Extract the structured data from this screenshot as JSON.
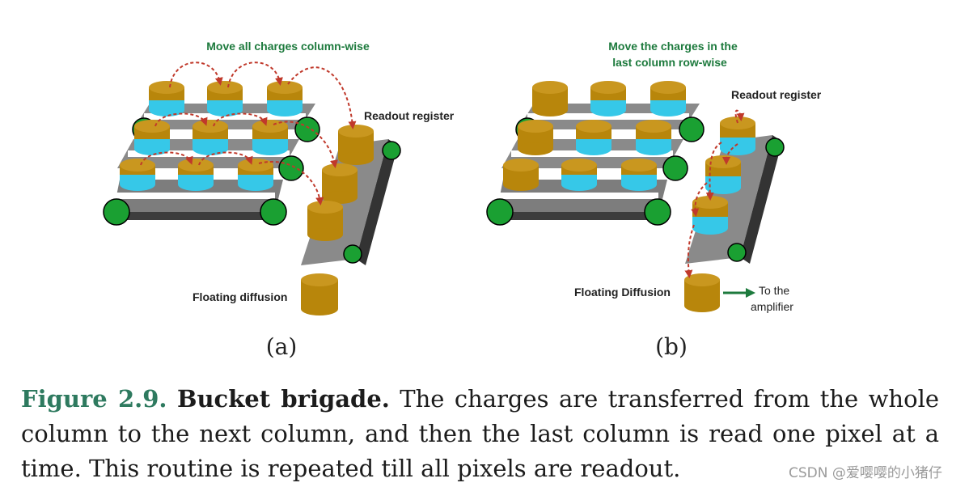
{
  "panel_a": {
    "title": "Move all charges column-wise",
    "readout_label": "Readout register",
    "diffusion_label": "Floating diffusion",
    "sub_label": "(a)"
  },
  "panel_b": {
    "title_line1": "Move the charges in the",
    "title_line2": "last column row-wise",
    "readout_label": "Readout register",
    "diffusion_label": "Floating Diffusion",
    "amp_line1": "To the",
    "amp_line2": "amplifier",
    "sub_label": "(b)"
  },
  "caption": {
    "number": "Figure 2.9.",
    "title": "Bucket brigade.",
    "text": "The charges are transferred from the whole column to the next column, and then the last column is read one pixel at a time. This routine is repeated till all pixels are readout."
  },
  "watermark": "CSDN @爱嘤嘤的小猪仔",
  "colors": {
    "bucket": "#b8860b",
    "bucket_top": "#c9971f",
    "charge": "#36c8e8",
    "belt": "#7d7d7d",
    "roller": "#1aa032",
    "arrow": "#c0392b",
    "title_green": "#1d7a3d"
  }
}
